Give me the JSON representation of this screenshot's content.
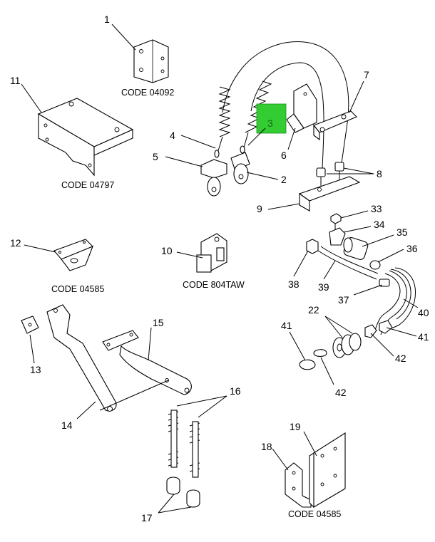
{
  "callouts": {
    "c1": "1",
    "c2": "2",
    "c3": "3",
    "c4": "4",
    "c5": "5",
    "c6": "6",
    "c7": "7",
    "c8": "8",
    "c9": "9",
    "c10": "10",
    "c11": "11",
    "c12": "12",
    "c13": "13",
    "c14": "14",
    "c15": "15",
    "c16": "16",
    "c17": "17",
    "c18": "18",
    "c19": "19",
    "c22": "22",
    "c33": "33",
    "c34": "34",
    "c35": "35",
    "c36": "36",
    "c37": "37",
    "c38": "38",
    "c39": "39",
    "c40": "40",
    "c41a": "41",
    "c41b": "41",
    "c42a": "42",
    "c42b": "42"
  },
  "codes": {
    "code1": "CODE 04092",
    "code11": "CODE 04797",
    "code12": "CODE 04585",
    "code10": "CODE 804TAW",
    "code19": "CODE 04585"
  },
  "highlight": {
    "color": "#33cc33",
    "selected": "3"
  }
}
